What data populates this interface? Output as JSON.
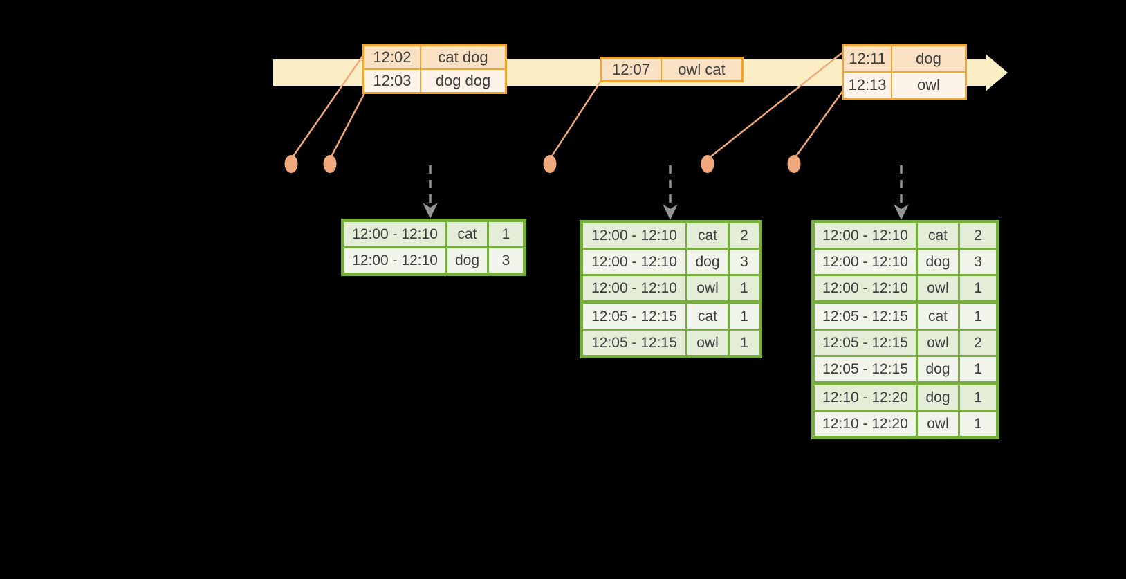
{
  "diagram": "event-time windowed word-count stream",
  "colors": {
    "background": "#000000",
    "timeline_band": "#fbeec4",
    "event_table_border": "#f0a431",
    "event_row_peach": "#fae1c4",
    "event_row_cream": "#fdf3e8",
    "connector_salmon": "#f0a87d",
    "trigger_gray": "#949494",
    "result_table_border": "#77ad3e",
    "result_row_dark": "#e4edd7",
    "result_row_light": "#f0f4ea",
    "text": "#3c3c3c"
  },
  "timeline": {
    "batches": [
      {
        "rows": [
          {
            "time": "12:02",
            "words": "cat dog"
          },
          {
            "time": "12:03",
            "words": "dog dog"
          }
        ]
      },
      {
        "rows": [
          {
            "time": "12:07",
            "words": "owl cat"
          }
        ]
      },
      {
        "rows": [
          {
            "time": "12:11",
            "words": "dog"
          },
          {
            "time": "12:13",
            "words": "owl"
          }
        ]
      }
    ]
  },
  "result_tables": [
    {
      "rows": [
        {
          "window": "12:00 - 12:10",
          "word": "cat",
          "count": 1
        },
        {
          "window": "12:00 - 12:10",
          "word": "dog",
          "count": 3
        }
      ]
    },
    {
      "rows": [
        {
          "window": "12:00 - 12:10",
          "word": "cat",
          "count": 2
        },
        {
          "window": "12:00 - 12:10",
          "word": "dog",
          "count": 3
        },
        {
          "window": "12:00 - 12:10",
          "word": "owl",
          "count": 1
        },
        {
          "window": "12:05 - 12:15",
          "word": "cat",
          "count": 1
        },
        {
          "window": "12:05 - 12:15",
          "word": "owl",
          "count": 1
        }
      ]
    },
    {
      "rows": [
        {
          "window": "12:00 - 12:10",
          "word": "cat",
          "count": 2
        },
        {
          "window": "12:00 - 12:10",
          "word": "dog",
          "count": 3
        },
        {
          "window": "12:00 - 12:10",
          "word": "owl",
          "count": 1
        },
        {
          "window": "12:05 - 12:15",
          "word": "cat",
          "count": 1
        },
        {
          "window": "12:05 - 12:15",
          "word": "owl",
          "count": 2
        },
        {
          "window": "12:05 - 12:15",
          "word": "dog",
          "count": 1
        },
        {
          "window": "12:10 - 12:20",
          "word": "dog",
          "count": 1
        },
        {
          "window": "12:10 - 12:20",
          "word": "owl",
          "count": 1
        }
      ]
    }
  ]
}
